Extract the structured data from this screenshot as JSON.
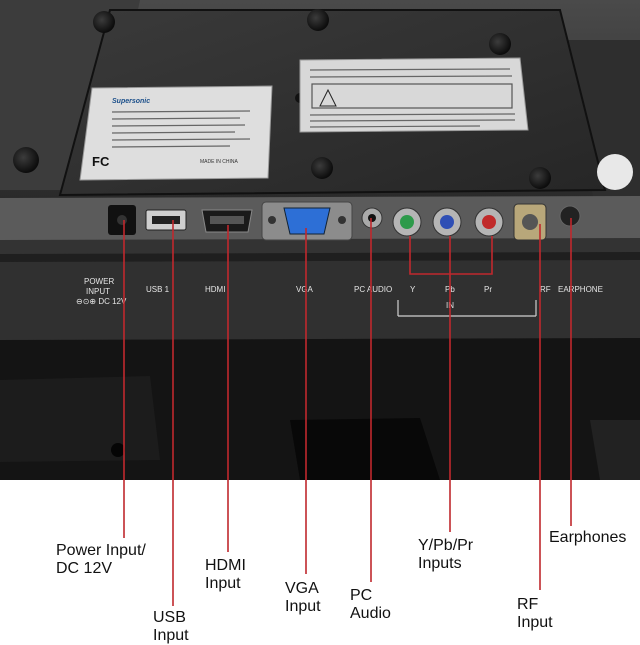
{
  "panel_labels": {
    "power": "POWER",
    "input": "INPUT",
    "dc": "⊖⊙⊕ DC 12V",
    "usb": "USB 1",
    "hdmi": "HDMI",
    "vga": "VGA",
    "pc_audio": "PC AUDIO",
    "y": "Y",
    "pb": "Pb",
    "pr": "Pr",
    "in": "IN",
    "rf": "RF",
    "earphone": "EARPHONE"
  },
  "sticker": {
    "brand": "Supersonic",
    "fcc": "FC",
    "made_in": "MADE IN CHINA"
  },
  "callouts": [
    {
      "id": "power",
      "lines": [
        "Power Input/",
        "DC 12V"
      ]
    },
    {
      "id": "usb",
      "lines": [
        "USB",
        "Input"
      ]
    },
    {
      "id": "hdmi",
      "lines": [
        "HDMI",
        "Input"
      ]
    },
    {
      "id": "vga",
      "lines": [
        "VGA",
        "Input"
      ]
    },
    {
      "id": "pc",
      "lines": [
        "PC",
        "Audio"
      ]
    },
    {
      "id": "ypbpr",
      "lines": [
        "Y/Pb/Pr",
        "Inputs"
      ]
    },
    {
      "id": "rf",
      "lines": [
        "RF",
        "Input"
      ]
    },
    {
      "id": "earphones",
      "lines": [
        "Earphones"
      ]
    }
  ],
  "colors": {
    "leader_line": "#c0282d",
    "component_green": "#2d9a4a",
    "component_blue": "#2f4fb5",
    "component_red": "#c02a2a",
    "vga_blue": "#2d6fd6"
  }
}
